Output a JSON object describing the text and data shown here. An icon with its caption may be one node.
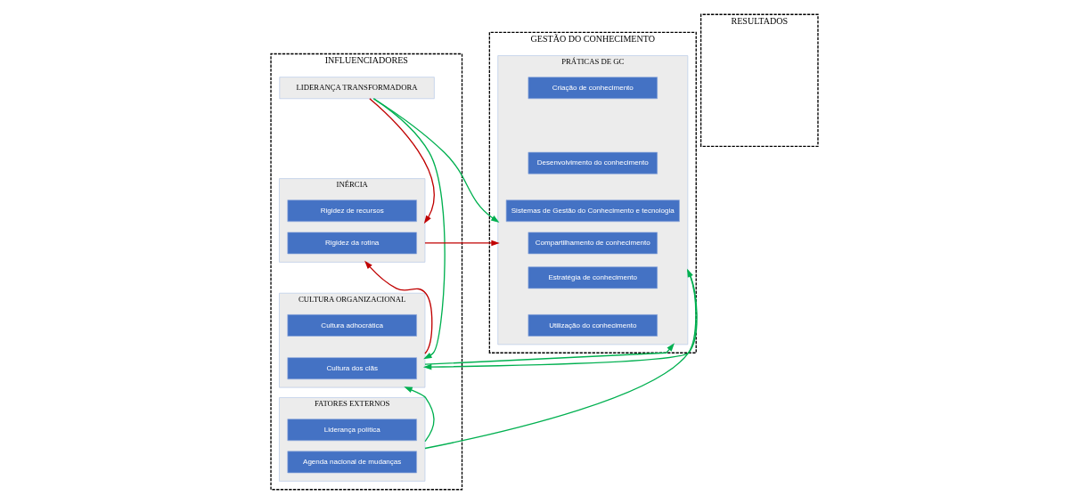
{
  "diagram": {
    "nodes": [
      {
        "text": [
          "INFLUENCIADORES"
        ]
      },
      {
        "text": [
          "LIDERANÇA TRANSFORMADORA"
        ],
        "in": 0
      },
      {
        "text": [
          "INÉRCIA"
        ],
        "in": 0
      },
      {
        "text": [
          "Rigidez de recursos"
        ],
        "in": 2
      },
      {
        "text": [
          "Rigidez da rotina"
        ],
        "in": 2
      },
      {
        "text": [
          "CULTURA ORGANIZACIONAL"
        ],
        "in": 0
      },
      {
        "text": [
          "Cultura adhocrática"
        ],
        "in": 5
      },
      {
        "text": [
          "Cultura dos clãs"
        ],
        "in": 5
      },
      {
        "text": [
          "FATORES EXTERNOS"
        ],
        "in": 0
      },
      {
        "text": [
          "Liderança política"
        ],
        "in": 8
      },
      {
        "text": [
          "Agenda nacional de mudanças"
        ],
        "in": 8
      },
      {
        "text": [
          "GESTÃO DO CONHECIMENTO"
        ]
      },
      {
        "text": [
          "PRÁTICAS DE GC"
        ],
        "in": 11
      },
      {
        "text": [
          "Criação de conhecimento"
        ],
        "in": 12
      },
      {
        "text": [
          "Desenvolvimento do conhecimento"
        ],
        "in": 12
      },
      {
        "text": [
          "Sistemas de Gestão do Conhecimento e tecnologia"
        ],
        "in": 12
      },
      {
        "text": [
          "Compartilhamento de conhecimento"
        ],
        "in": 12
      },
      {
        "text": [
          "Estratégia de conhecimento"
        ],
        "in": 12
      },
      {
        "text": [
          "Utilização do conhecimento"
        ],
        "in": 12
      },
      {
        "text": [
          "RESULTADOS"
        ]
      }
    ],
    "edges": [
      {
        "from": 1,
        "to": 2,
        "arrow": "to",
        "color": "#c00000"
      },
      {
        "from": 5,
        "to": 2,
        "arrow": "to",
        "color": "#c00000"
      },
      {
        "from": 1,
        "to": 5,
        "arrow": "to"
      },
      {
        "from": 8,
        "to": 5,
        "arrow": "to"
      },
      {
        "from": 1,
        "to": 12,
        "arrow": "to"
      },
      {
        "from": 2,
        "to": 12,
        "arrow": "to",
        "color": "#c00000"
      },
      {
        "from": 5,
        "to": 12,
        "arrow": "to"
      },
      {
        "from": 12,
        "to": 5,
        "arrow": "to"
      },
      {
        "from": 8,
        "to": 12,
        "arrow": "to"
      }
    ]
  }
}
